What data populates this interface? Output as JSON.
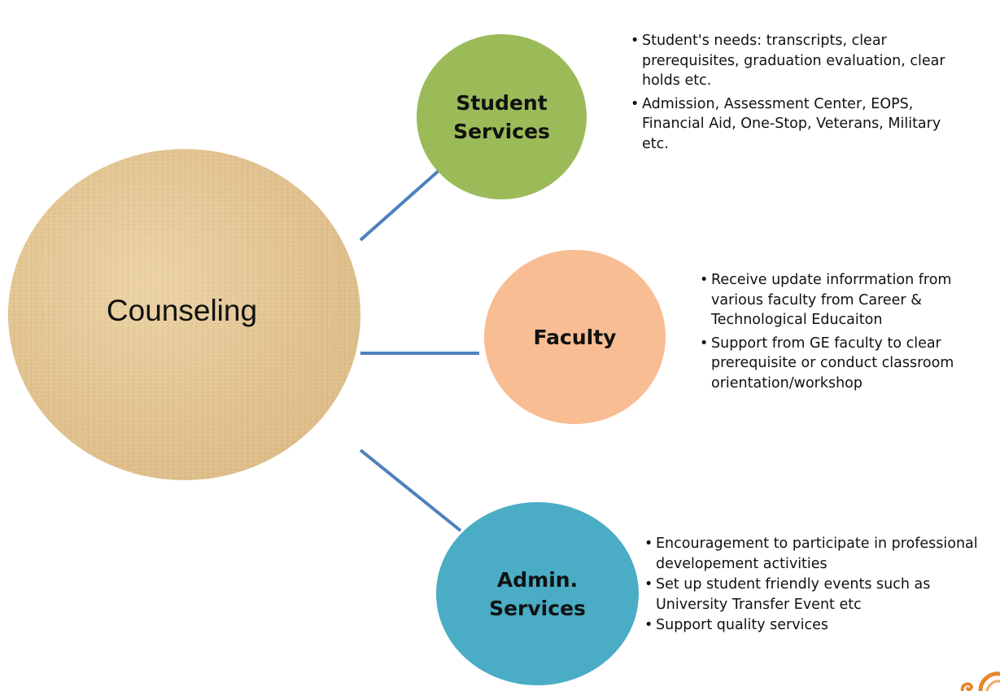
{
  "diagram": {
    "center": {
      "label": "Counseling"
    },
    "nodes": [
      {
        "id": "student-services",
        "label": "Student\nServices",
        "color": "#9bbb59",
        "bullets": [
          "Student's needs: transcripts, clear prerequisites, graduation evaluation, clear holds etc.",
          "Admission, Assessment  Center, EOPS, Financial Aid, One-Stop, Veterans, Military etc."
        ]
      },
      {
        "id": "faculty",
        "label": "Faculty",
        "color": "#f8bd93",
        "bullets": [
          "Receive  update inforrmation from various faculty from Career & Technological Educaiton",
          "Support from GE faculty to clear prerequisite or conduct classroom orientation/workshop"
        ]
      },
      {
        "id": "admin-services",
        "label": "Admin.\nServices",
        "color": "#4aacc5",
        "bullets": [
          " Encouragement to participate in professional developement activities",
          "Set up student friendly events such as University Transfer Event etc",
          "Support quality services"
        ]
      }
    ],
    "connector_color": "#4f81bd",
    "center_color": "#e3c593",
    "logo_color": "#e8862a"
  }
}
